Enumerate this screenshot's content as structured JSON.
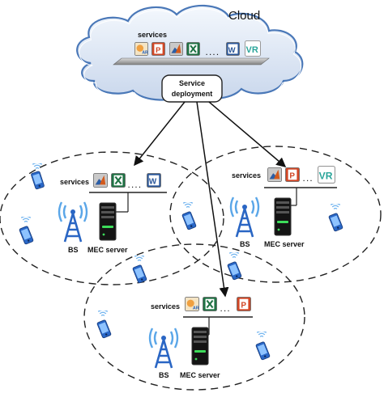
{
  "cloud": {
    "title": "Cloud",
    "services_label": "services",
    "ellipsis": ". . . .",
    "service_deployment": [
      "Service",
      "deployment"
    ]
  },
  "cells": [
    {
      "services_label": "services",
      "ellipsis": ". . . .",
      "bs_label": "BS",
      "server_label": "MEC server"
    },
    {
      "services_label": "services",
      "ellipsis": ". . .",
      "bs_label": "BS",
      "server_label": "MEC server"
    },
    {
      "services_label": "services",
      "ellipsis": ". . .",
      "bs_label": "BS",
      "server_label": "MEC server"
    }
  ],
  "icons": {
    "cloud": [
      "ar-icon",
      "powerpoint-icon",
      "matlab-icon",
      "excel-icon",
      "word-icon",
      "vr-icon"
    ],
    "cell_left": [
      "matlab-icon",
      "excel-icon",
      "word-icon"
    ],
    "cell_right": [
      "matlab-icon",
      "powerpoint-icon",
      "vr-icon"
    ],
    "cell_bottom": [
      "ar-icon",
      "excel-icon",
      "powerpoint-icon"
    ]
  },
  "colors": {
    "cloud_fill": "#dde6f3",
    "cloud_edge": "#4a78b8",
    "phone_blue": "#2a68c8",
    "tower_blue": "#2a66c4"
  }
}
